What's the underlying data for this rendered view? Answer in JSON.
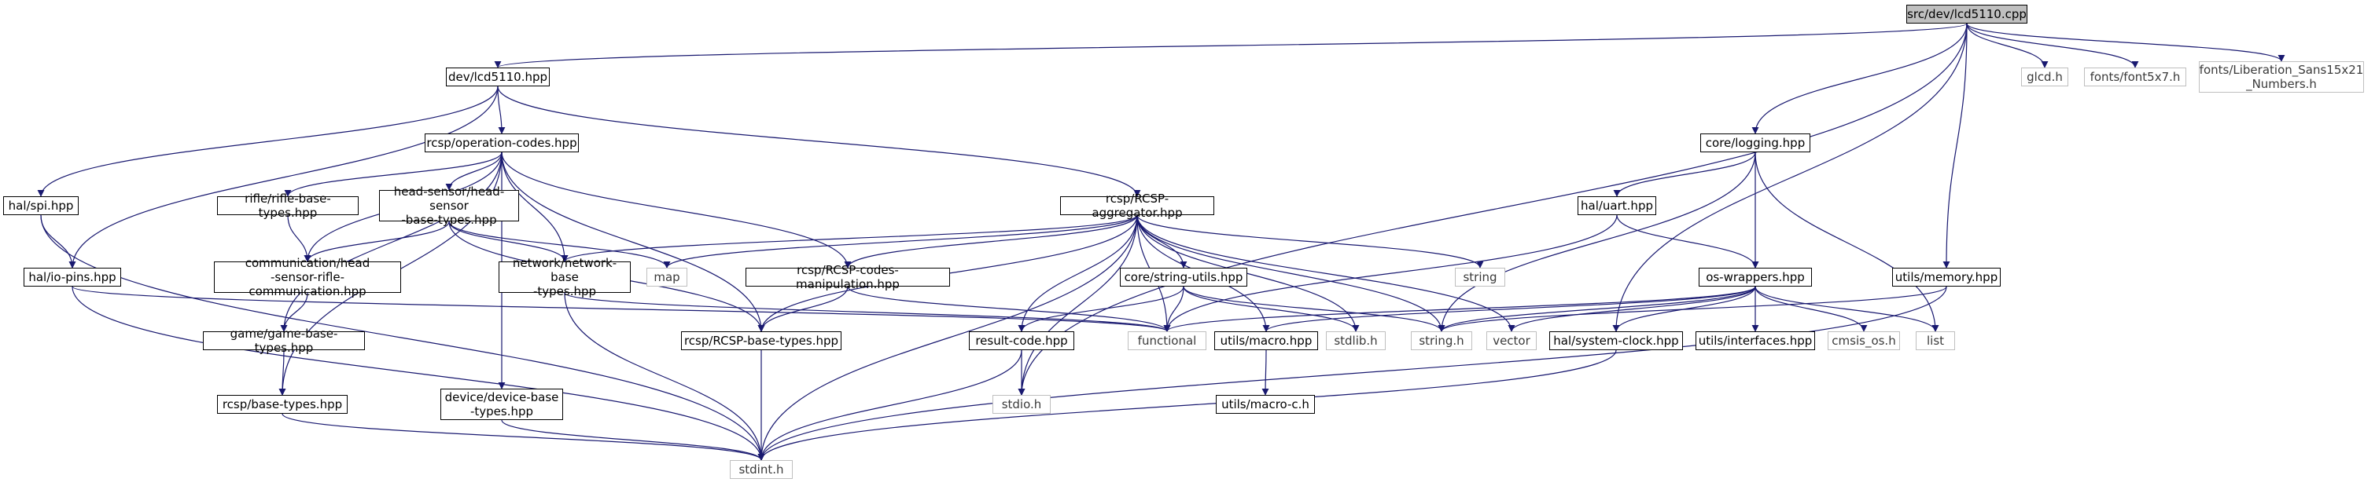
{
  "colors": {
    "edge": "#191970",
    "border": "#000000",
    "external_border": "#bfbfbf",
    "root_fill": "#bfbfbf"
  },
  "nodes": {
    "lcd5110_cpp": "src/dev/lcd5110.cpp",
    "lcd5110_hpp": "dev/lcd5110.hpp",
    "glcd_h": "glcd.h",
    "font5x7_h": "fonts/font5x7.h",
    "liberation_h": "fonts/Liberation_Sans15x21\n_Numbers.h",
    "operation_codes": "rcsp/operation-codes.hpp",
    "logging": "core/logging.hpp",
    "spi": "hal/spi.hpp",
    "rifle_base_types": "rifle/rifle-base-types.hpp",
    "head_sensor": "head-sensor/head-sensor\n-base-types.hpp",
    "rcsp_aggregator": "rcsp/RCSP-aggregator.hpp",
    "uart": "hal/uart.hpp",
    "io_pins": "hal/io-pins.hpp",
    "comm_head_sensor": "communication/head\n-sensor-rifle-communication.hpp",
    "map": "map",
    "network_base": "network/network-base\n-types.hpp",
    "codes_manipulation": "rcsp/RCSP-codes-manipulation.hpp",
    "string_utils": "core/string-utils.hpp",
    "string": "string",
    "os_wrappers": "os-wrappers.hpp",
    "memory": "utils/memory.hpp",
    "functional": "functional",
    "utils_macro": "utils/macro.hpp",
    "stdlib": "stdlib.h",
    "string_h": "string.h",
    "vector": "vector",
    "system_clock": "hal/system-clock.hpp",
    "interfaces": "utils/interfaces.hpp",
    "cmsis_os": "cmsis_os.h",
    "list": "list",
    "game_base": "game/game-base-types.hpp",
    "rcsp_base_types": "rcsp/RCSP-base-types.hpp",
    "result_code": "result-code.hpp",
    "rcsp_base": "rcsp/base-types.hpp",
    "stdio": "stdio.h",
    "device_base": "device/device-base\n-types.hpp",
    "macro_c": "utils/macro-c.h",
    "stdint": "stdint.h"
  }
}
